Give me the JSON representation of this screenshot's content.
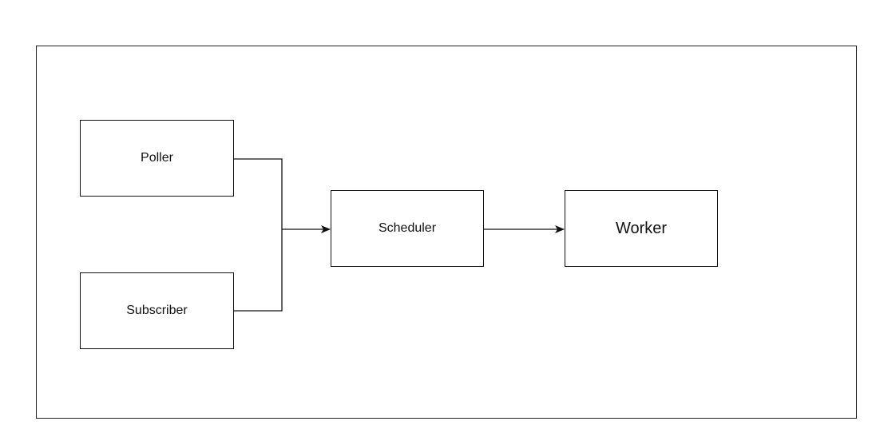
{
  "nodes": {
    "poller": "Poller",
    "subscriber": "Subscriber",
    "scheduler": "Scheduler",
    "worker": "Worker"
  },
  "colors": {
    "line": "#111111",
    "background": "#ffffff"
  }
}
